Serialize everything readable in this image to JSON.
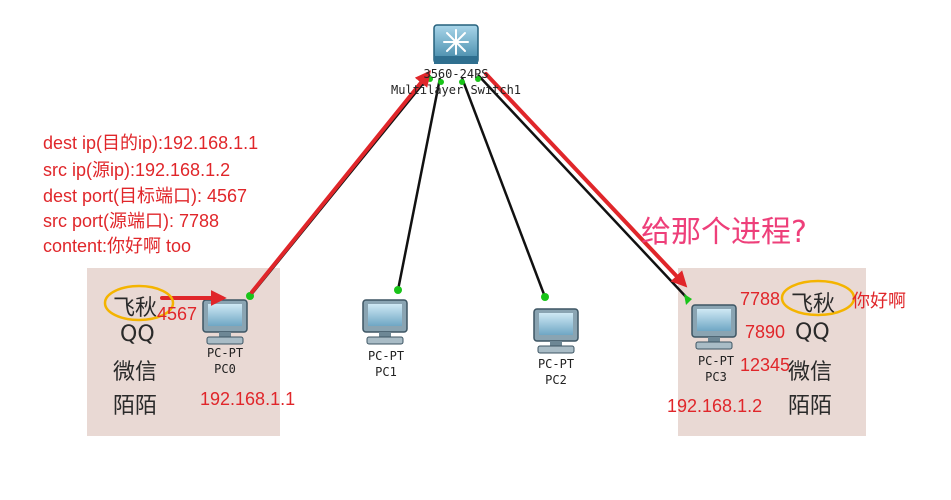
{
  "switch": {
    "model": "3560-24PS",
    "name": "Multilayer Switch1"
  },
  "pcs": [
    {
      "type": "PC-PT",
      "name": "PC0"
    },
    {
      "type": "PC-PT",
      "name": "PC1"
    },
    {
      "type": "PC-PT",
      "name": "PC2"
    },
    {
      "type": "PC-PT",
      "name": "PC3"
    }
  ],
  "packet": {
    "dest_ip": "dest ip(目的ip):192.168.1.1",
    "src_ip": "src ip(源ip):192.168.1.2",
    "dest_port": "dest port(目标端口): 4567",
    "src_port": "src port(源端口): 7788",
    "content": "content:你好啊 too"
  },
  "host_left": {
    "apps": [
      "飞秋",
      "QQ",
      "微信",
      "陌陌"
    ],
    "port": "4567",
    "ip": "192.168.1.1"
  },
  "host_right": {
    "apps": [
      "飞秋",
      "QQ",
      "微信",
      "陌陌"
    ],
    "ports": [
      "7788",
      "7890",
      "12345"
    ],
    "ip": "192.168.1.2",
    "message": "你好啊"
  },
  "question": "给那个进程?",
  "colors": {
    "annotation_red": "#e0262a",
    "question_pink": "#ee3f7a",
    "host_box": "#e9d9d4",
    "link_up": "#19c419",
    "circle_highlight": "#f4b400"
  }
}
